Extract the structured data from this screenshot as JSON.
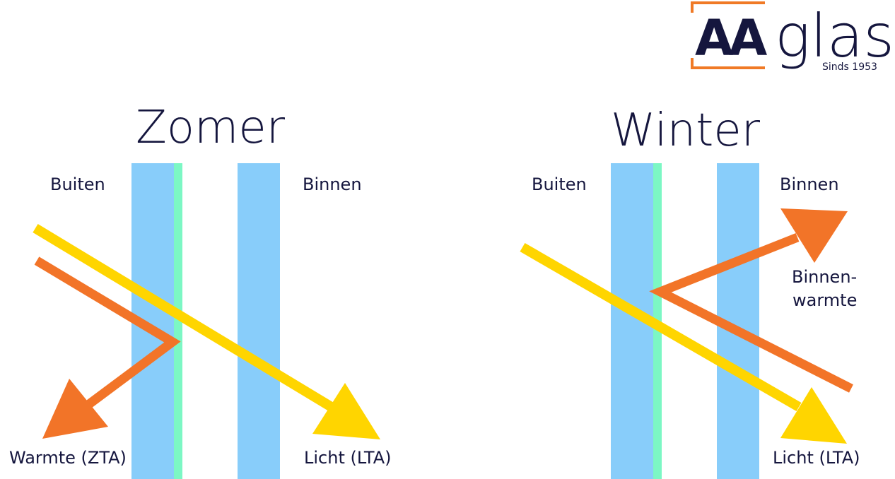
{
  "logo": {
    "brand": "AA",
    "word": "glas",
    "tagline": "Sinds 1953",
    "frame_color": "#f07a26",
    "text_color": "#15163e"
  },
  "colors": {
    "glass": "#88cdfa",
    "coating": "#7cf7c4",
    "light_ray": "#ffd500",
    "heat_ray": "#f27428",
    "text": "#15163e"
  },
  "panels": [
    {
      "title": "Zomer",
      "outside_label": "Buiten",
      "inside_label": "Binnen",
      "heat_label": "Warmte (ZTA)",
      "light_label": "Licht (LTA)"
    },
    {
      "title": "Winter",
      "outside_label": "Buiten",
      "inside_label": "Binnen",
      "heat_label_line1": "Binnen-",
      "heat_label_line2": "warmte",
      "light_label": "Licht (LTA)"
    }
  ]
}
